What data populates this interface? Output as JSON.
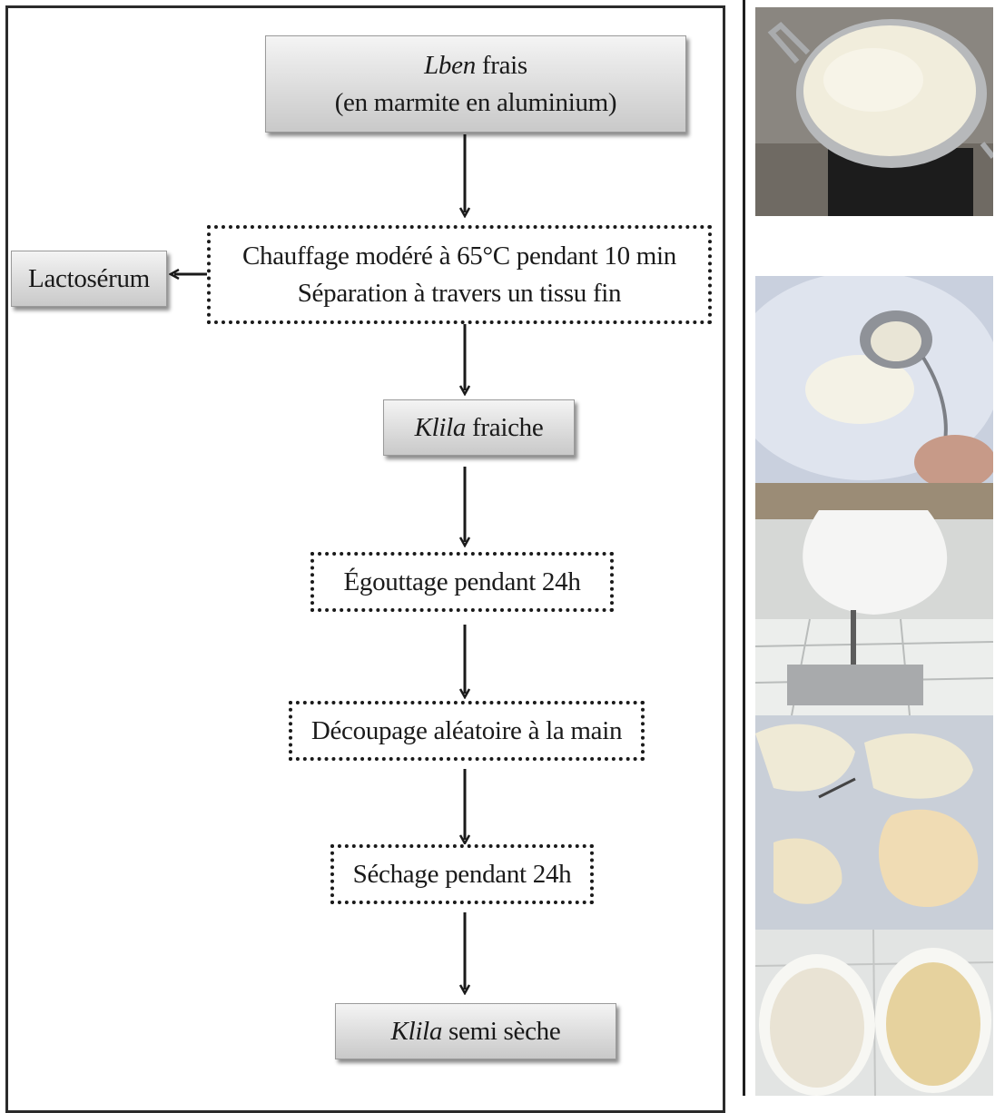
{
  "flowchart": {
    "lben": {
      "italic": "Lben",
      "rest": " frais",
      "line2": "(en marmite en aluminium)"
    },
    "chauffage": {
      "line1": "Chauffage modéré à 65°C pendant 10 min",
      "line2": "Séparation à travers un tissu fin"
    },
    "lactoserum": {
      "label": "Lactosérum"
    },
    "klila_fraiche": {
      "italic": "Klila",
      "rest": " fraiche"
    },
    "egouttage": {
      "label": "Égouttage pendant  24h"
    },
    "decoupage": {
      "label": "Découpage aléatoire à la main"
    },
    "sechage": {
      "label": "Séchage pendant 24h"
    },
    "klila_semi": {
      "italic": "Klila",
      "rest": " semi sèche"
    }
  },
  "photos": [
    {
      "icon": "milk-pot-photo"
    },
    {
      "icon": "ladle-cloth-photo"
    },
    {
      "icon": "hanging-cloth-bag-photo"
    },
    {
      "icon": "broken-curd-photo"
    },
    {
      "icon": "two-bowls-dried-klila-photo"
    }
  ],
  "colors": {
    "line": "#1a1a1a",
    "solid_box_top": "#f4f4f4",
    "solid_box_bottom": "#c9c9c9"
  }
}
